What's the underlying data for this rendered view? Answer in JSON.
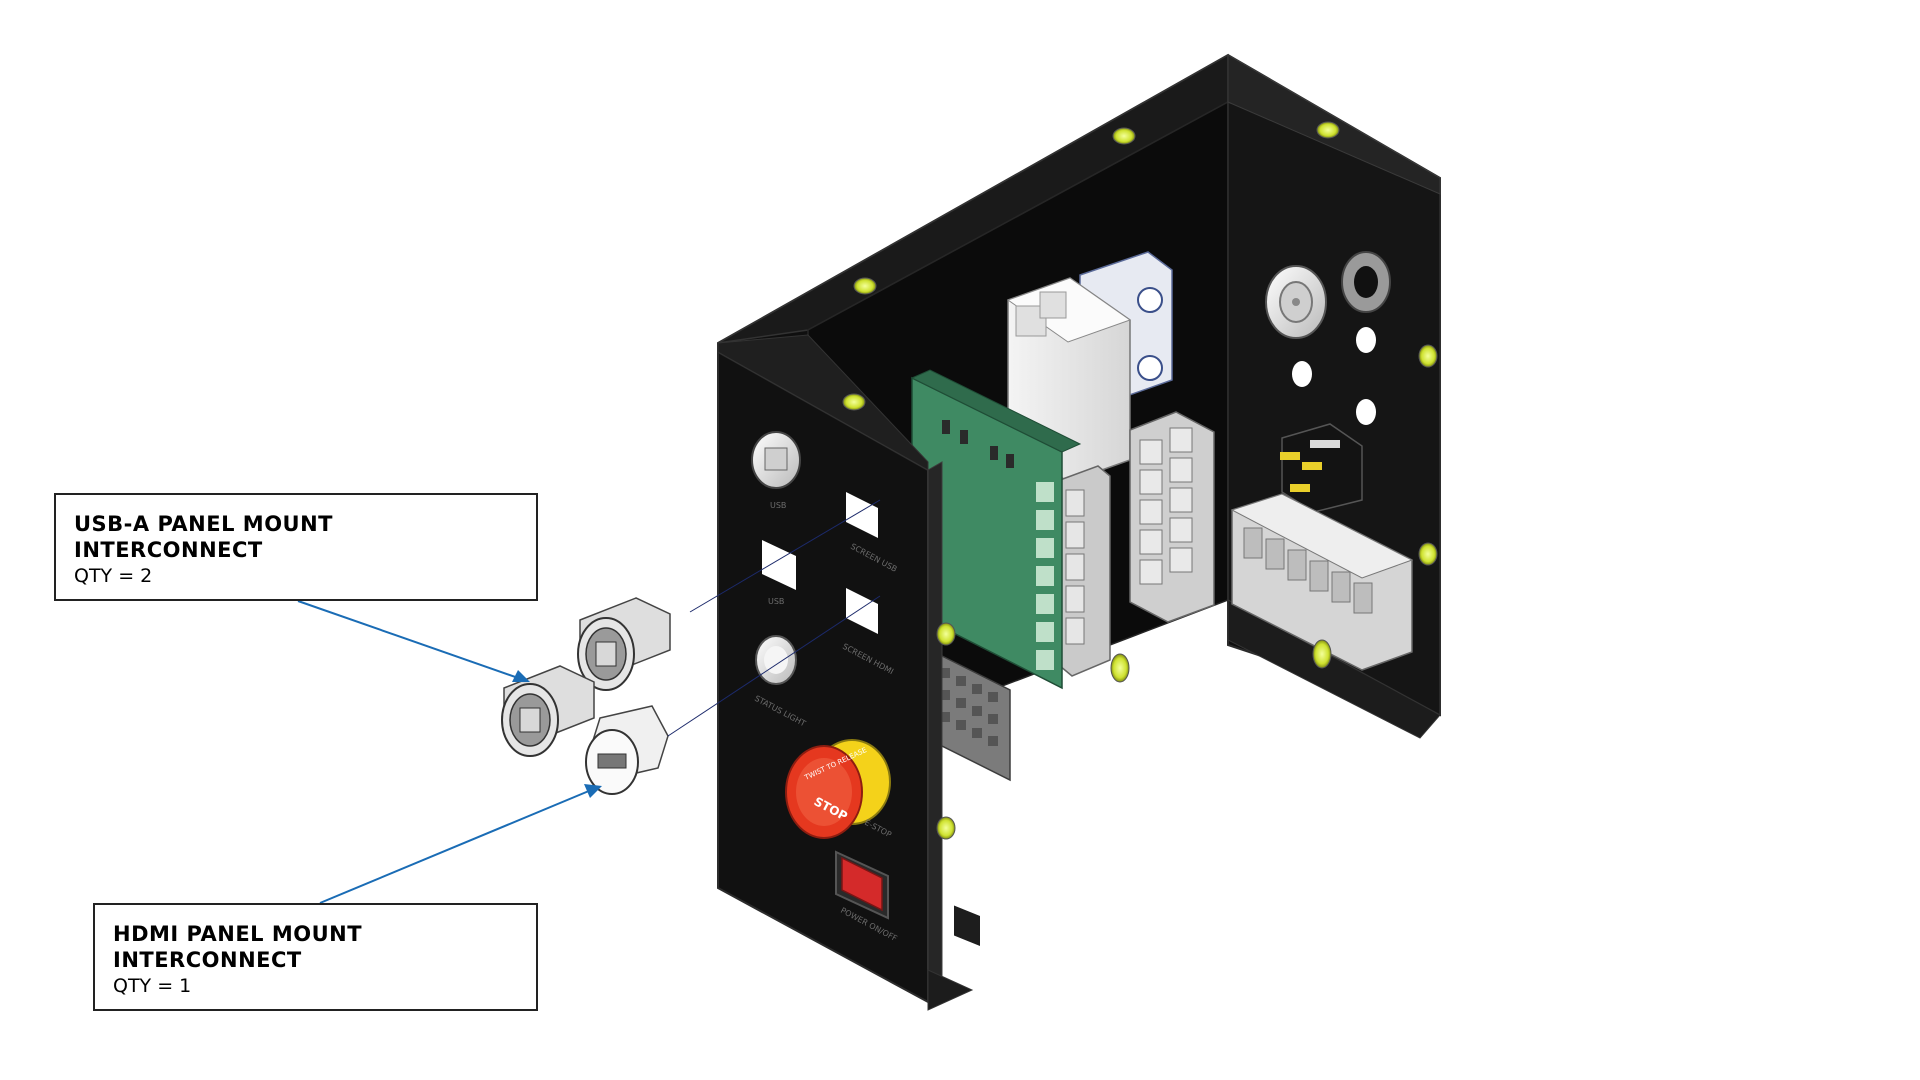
{
  "callouts": {
    "usb": {
      "title": "USB-A PANEL MOUNT\nINTERCONNECT",
      "qty": "QTY = 2"
    },
    "hdmi": {
      "title": "HDMI PANEL MOUNT\nINTERCONNECT",
      "qty": "QTY = 1"
    }
  },
  "panel_labels": {
    "usb": "USB",
    "screen_usb": "SCREEN USB",
    "usb2": "USB",
    "screen_hdmi": "SCREEN HDMI",
    "status_light": "STATUS LIGHT",
    "e_stop": "E-STOP",
    "power_on_off": "POWER ON/OFF"
  },
  "estop_text": {
    "top": "TWIST TO RELEASE",
    "center": "STOP"
  },
  "colors": {
    "enclosure": "#111111",
    "enclosure_edge": "#2a2a2a",
    "pcb": "#3f8a63",
    "estop_red": "#e5381f",
    "estop_yellow": "#f4d21a",
    "power_switch": "#d42a2a",
    "leader_line": "#1a6cb5",
    "screw": "#d8ef3a"
  }
}
